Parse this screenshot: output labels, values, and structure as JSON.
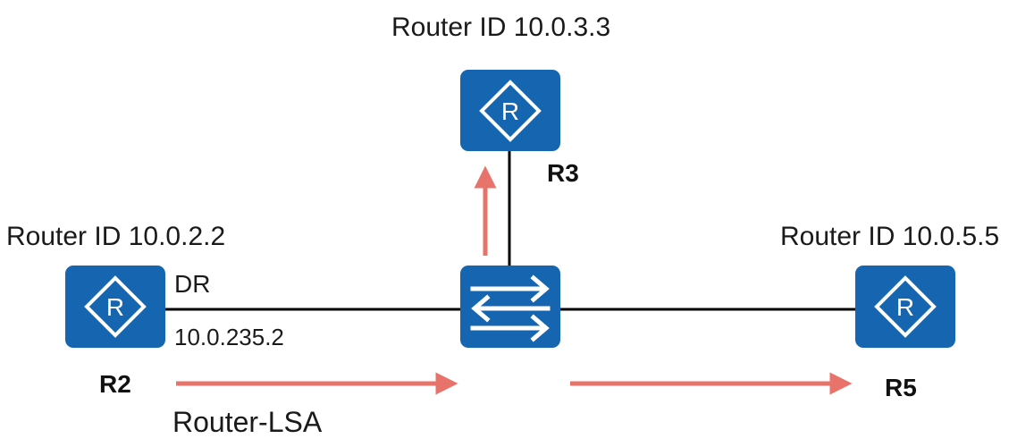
{
  "diagram": {
    "routers": [
      {
        "id": "r3",
        "name": "R3",
        "router_id_label": "Router ID 10.0.3.3",
        "icon_letter": "R"
      },
      {
        "id": "r2",
        "name": "R2",
        "router_id_label": "Router ID 10.0.2.2",
        "icon_letter": "R",
        "role": "DR",
        "interface_ip": "10.0.235.2"
      },
      {
        "id": "r5",
        "name": "R5",
        "router_id_label": "Router ID 10.0.5.5",
        "icon_letter": "R"
      }
    ],
    "switch": {
      "id": "sw",
      "type": "switch"
    },
    "links": [
      {
        "from": "r2",
        "to": "sw"
      },
      {
        "from": "sw",
        "to": "r3"
      },
      {
        "from": "sw",
        "to": "r5"
      }
    ],
    "flows": [
      {
        "from": "r2",
        "to": "sw",
        "direction": "right"
      },
      {
        "from": "sw",
        "to": "r3",
        "direction": "up"
      },
      {
        "from": "sw",
        "to": "r5",
        "direction": "right"
      }
    ],
    "flow_label": "Router-LSA",
    "colors": {
      "device": "#1565b0",
      "link": "#000000",
      "flow_arrow": "#e8736a"
    }
  }
}
